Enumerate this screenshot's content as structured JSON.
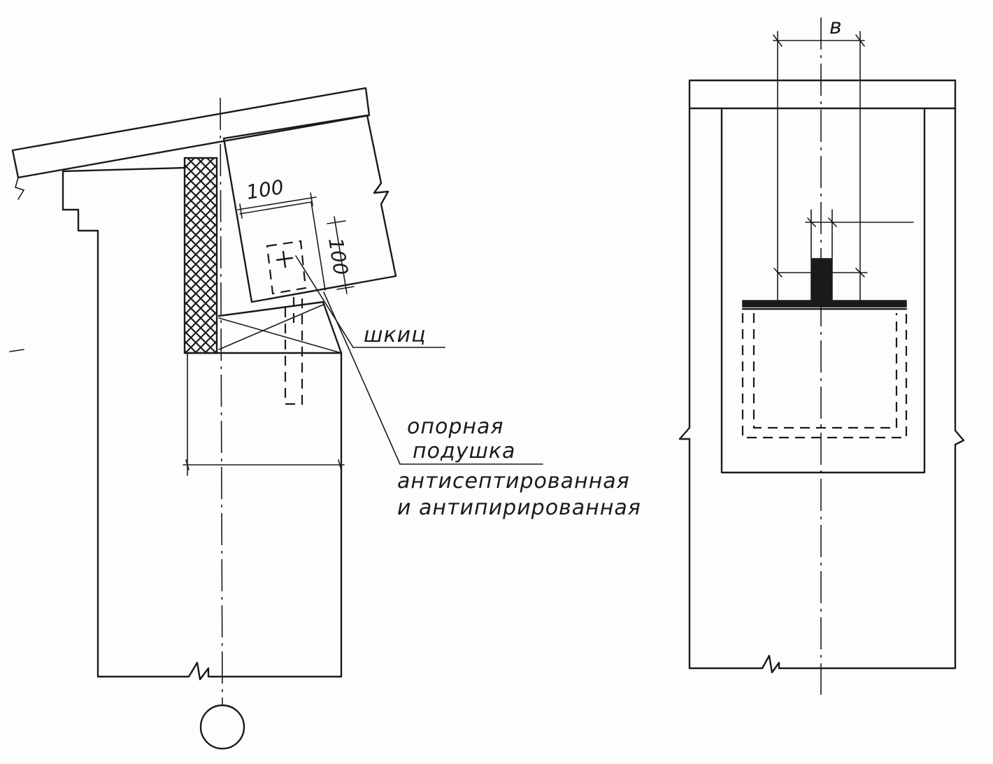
{
  "labels": {
    "shkant": "шкиц",
    "support_pad_line1": "опорная",
    "support_pad_line2": "подушка",
    "support_pad_line3": "антисептированная",
    "support_pad_line4": "и антипирированная",
    "dim_100_a": "100",
    "dim_100_b": "100",
    "dim_b": "в"
  }
}
